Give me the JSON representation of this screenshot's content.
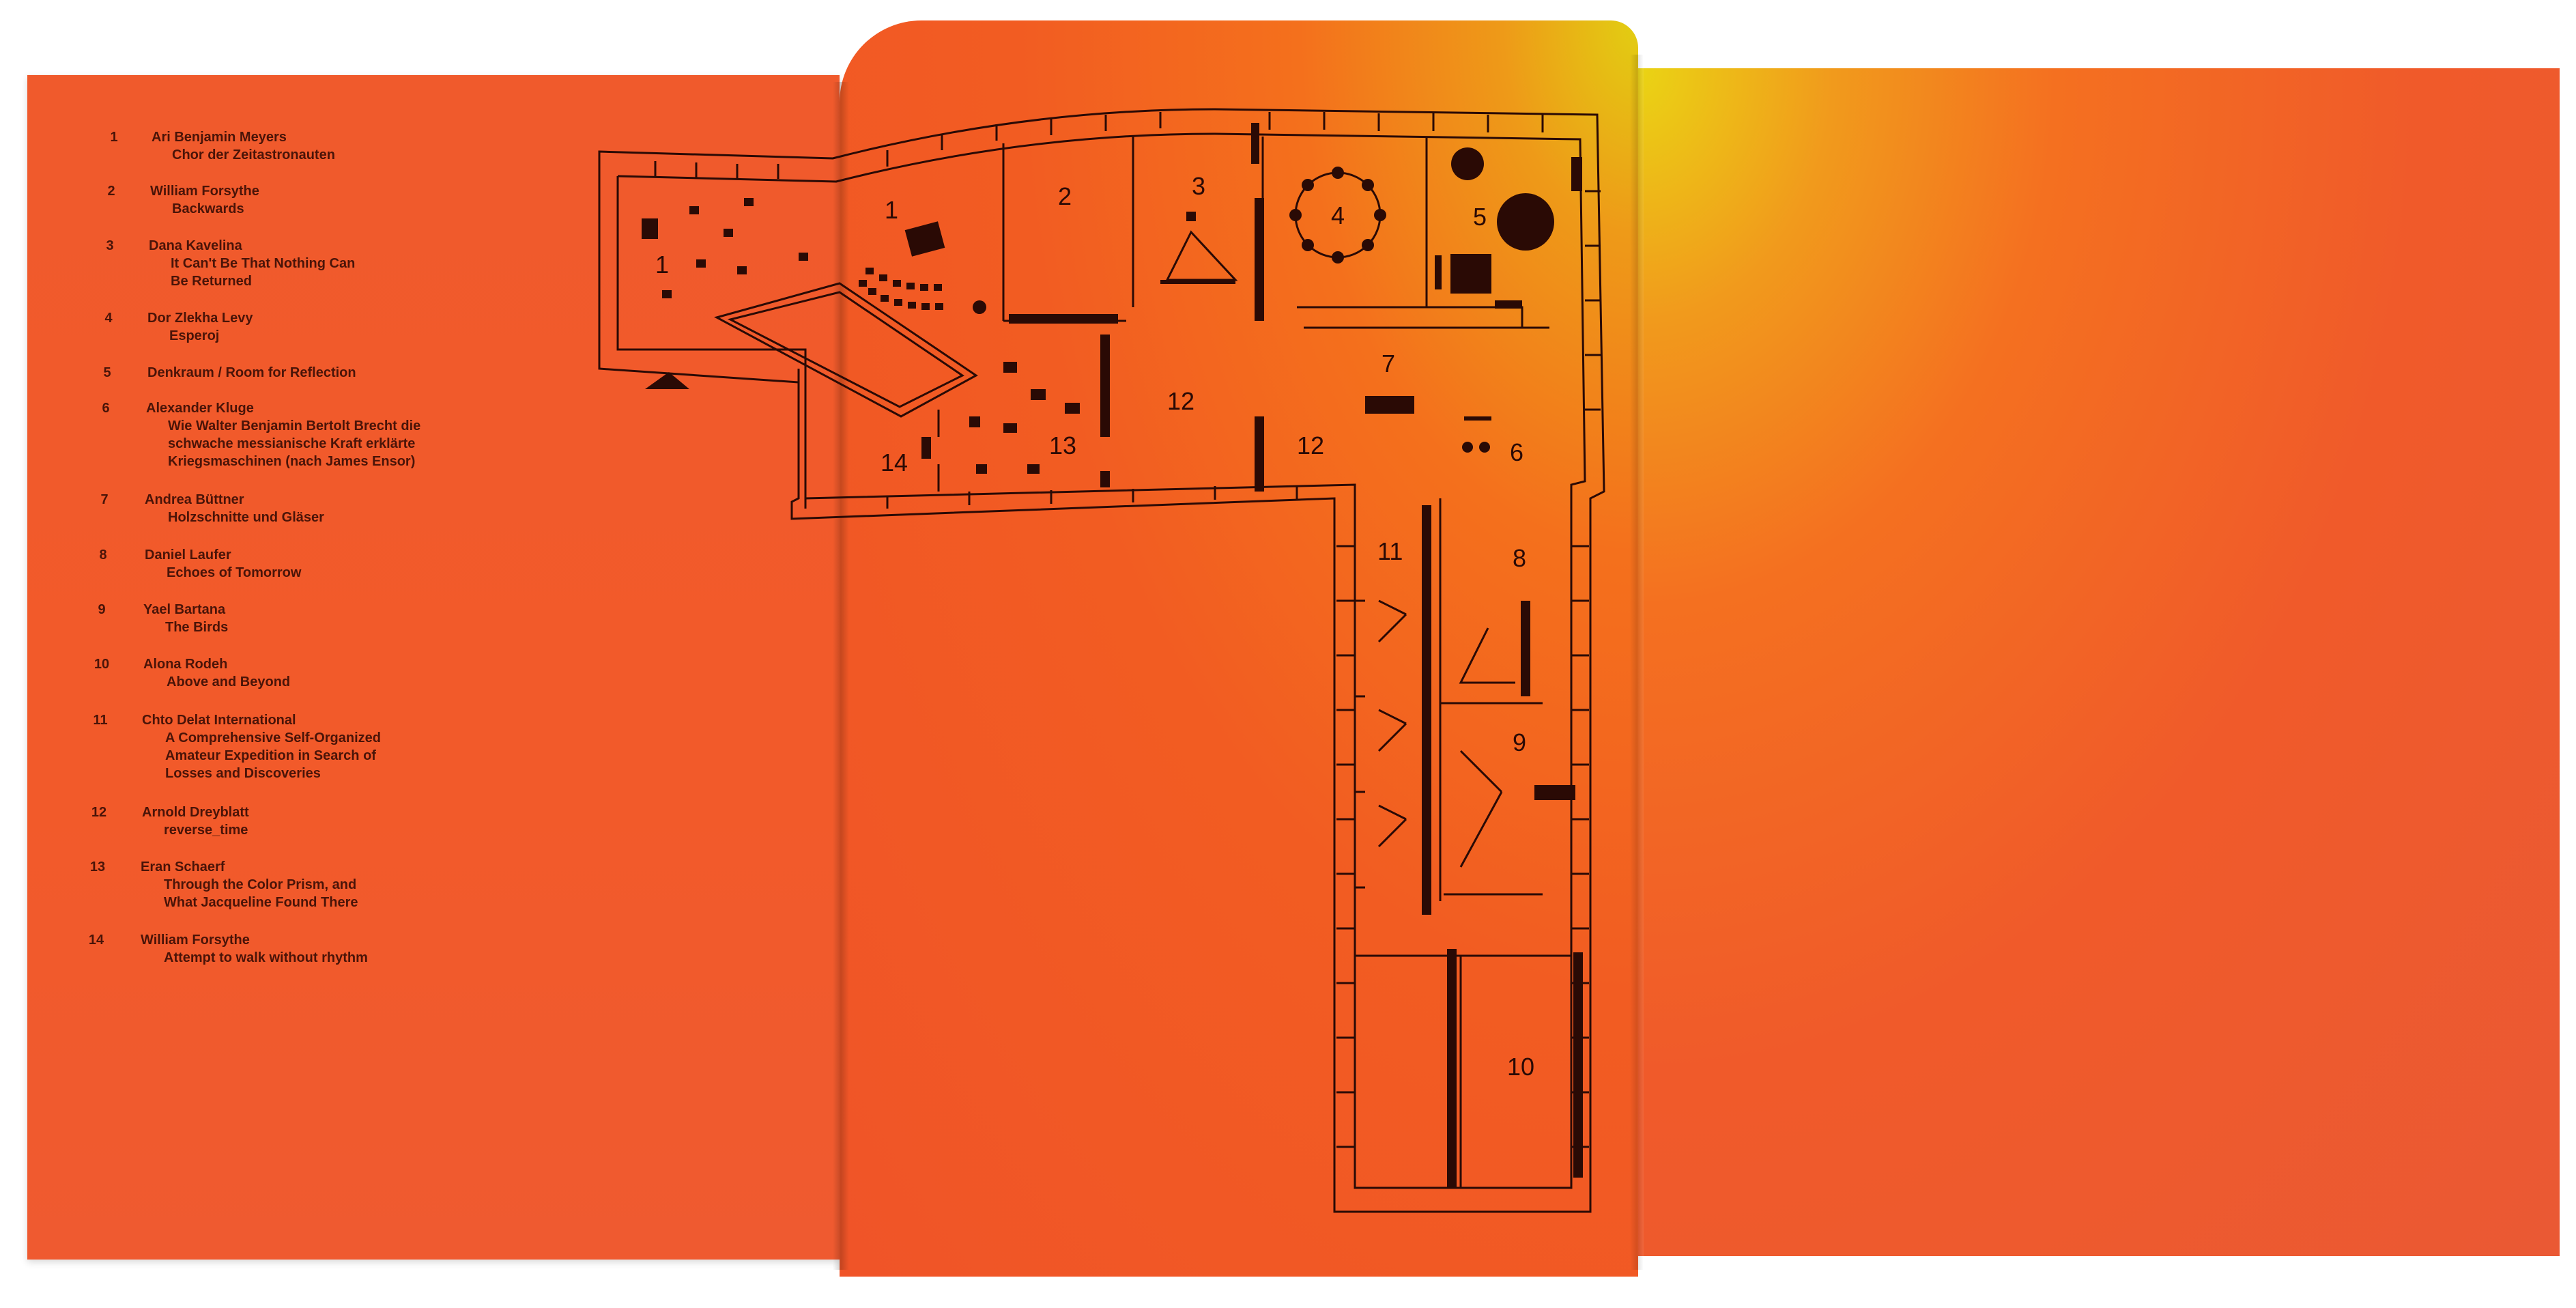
{
  "legend": {
    "entries": [
      {
        "number": "1",
        "artist": "Ari Benjamin Meyers",
        "work": [
          "Chor der Zeitastronauten"
        ]
      },
      {
        "number": "2",
        "artist": "William Forsythe",
        "work": [
          "Backwards"
        ]
      },
      {
        "number": "3",
        "artist": "Dana Kavelina",
        "work": [
          "It Can't Be That Nothing Can",
          "Be Returned"
        ]
      },
      {
        "number": "4",
        "artist": "Dor Zlekha Levy",
        "work": [
          "Esperoj"
        ]
      },
      {
        "number": "5",
        "artist": "Denkraum / Room for Reflection",
        "work": []
      },
      {
        "number": "6",
        "artist": "Alexander Kluge",
        "work": [
          "Wie Walter Benjamin Bertolt Brecht die",
          "schwache messianische Kraft erklärte",
          "Kriegsmaschinen (nach James Ensor)"
        ]
      },
      {
        "number": "7",
        "artist": "Andrea Büttner",
        "work": [
          "Holzschnitte und Gläser"
        ]
      },
      {
        "number": "8",
        "artist": "Daniel Laufer",
        "work": [
          "Echoes of Tomorrow"
        ]
      },
      {
        "number": "9",
        "artist": "Yael Bartana",
        "work": [
          "The Birds"
        ]
      },
      {
        "number": "10",
        "artist": "Alona Rodeh",
        "work": [
          "Above and Beyond"
        ]
      },
      {
        "number": "11",
        "artist": "Chto Delat International",
        "work": [
          "A Comprehensive Self-Organized",
          "Amateur Expedition in Search of",
          "Losses and Discoveries"
        ]
      },
      {
        "number": "12",
        "artist": "Arnold Dreyblatt",
        "work": [
          "reverse_time"
        ]
      },
      {
        "number": "13",
        "artist": "Eran Schaerf",
        "work": [
          "Through the Color Prism, and",
          "What Jacqueline Found There"
        ]
      },
      {
        "number": "14",
        "artist": "William Forsythe",
        "work": [
          "Attempt to walk without rhythm"
        ]
      }
    ]
  },
  "floor_plan": {
    "room_labels": [
      "1",
      "1",
      "2",
      "3",
      "4",
      "5",
      "6",
      "7",
      "8",
      "9",
      "10",
      "11",
      "12",
      "12",
      "13",
      "14"
    ]
  },
  "colors": {
    "paper": "#f25a2a",
    "ink": "#2a0a05",
    "highlight": "#e2ce12"
  }
}
